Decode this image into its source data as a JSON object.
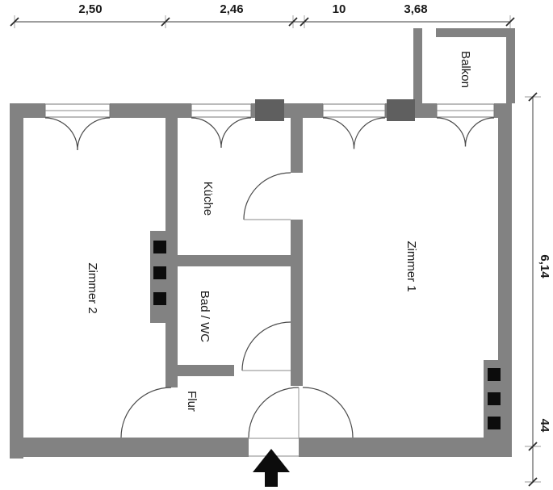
{
  "meta": {
    "type": "apartment-floor-plan"
  },
  "colors": {
    "wall": "#828282",
    "wall_dark": "#5f5f5f",
    "black": "#0c0c0c",
    "line": "#4a4a4a",
    "text": "#1a1a1a"
  },
  "dimensions": {
    "top": [
      "2,50",
      "2,46",
      "10",
      "3,68"
    ],
    "right": [
      "6,14",
      "44"
    ]
  },
  "rooms": {
    "zimmer2": "Zimmer 2",
    "kueche": "Küche",
    "bad_wc": "Bad / WC",
    "flur": "Flur",
    "zimmer1": "Zimmer 1",
    "balkon": "Balkon"
  }
}
